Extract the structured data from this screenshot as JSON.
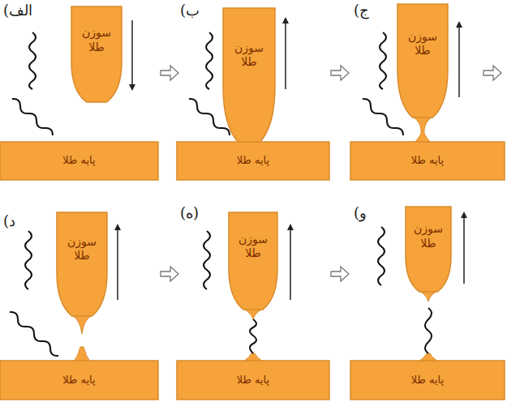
{
  "diagram": {
    "nodes": [
      {
        "text": [
          "سوزن طلا"
        ]
      },
      {
        "text": [
          "پایه طلا"
        ]
      },
      {
        "text": [
          "سوزن طلا"
        ]
      },
      {
        "text": [
          "پایه طلا"
        ]
      },
      {
        "text": [
          "سوزن طلا"
        ]
      },
      {
        "text": [
          "پایه طلا"
        ]
      },
      {
        "text": [
          "سوزن طلا"
        ]
      },
      {
        "text": [
          "پایه طلا"
        ]
      },
      {
        "text": [
          "سوزن طلا"
        ]
      },
      {
        "text": [
          "پایه طلا"
        ]
      },
      {
        "text": [
          "سوزن طلا"
        ]
      },
      {
        "text": [
          "پایه طلا"
        ]
      }
    ],
    "labels": [
      "الف)",
      "ب)",
      "ج)",
      "د)",
      "(ه)",
      "و)"
    ]
  }
}
